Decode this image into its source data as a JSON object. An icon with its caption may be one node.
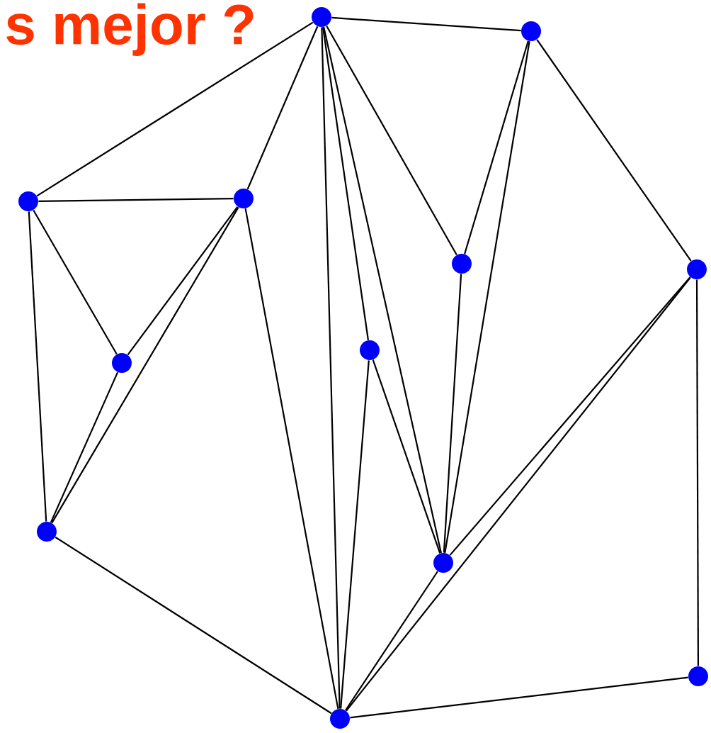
{
  "diagram": {
    "nodes": [
      {
        "text": [],
        "shape": "circle"
      },
      {
        "text": [],
        "shape": "circle"
      },
      {
        "text": [],
        "shape": "circle"
      },
      {
        "text": [],
        "shape": "circle"
      },
      {
        "text": [],
        "shape": "circle"
      },
      {
        "text": [],
        "shape": "circle"
      },
      {
        "text": [],
        "shape": "circle"
      },
      {
        "text": [],
        "shape": "circle"
      },
      {
        "text": [],
        "shape": "circle"
      },
      {
        "text": [],
        "shape": "circle"
      },
      {
        "text": [],
        "shape": "circle"
      },
      {
        "text": [],
        "shape": "circle"
      }
    ],
    "edges": [
      {
        "from": 0,
        "to": 1,
        "arrow": "none"
      },
      {
        "from": 0,
        "to": 2,
        "arrow": "none"
      },
      {
        "from": 0,
        "to": 3,
        "arrow": "none"
      },
      {
        "from": 0,
        "to": 10,
        "arrow": "none"
      },
      {
        "from": 0,
        "to": 7,
        "arrow": "none"
      },
      {
        "from": 0,
        "to": 9,
        "arrow": "none"
      },
      {
        "from": 0,
        "to": 4,
        "arrow": "none"
      },
      {
        "from": 1,
        "to": 4,
        "arrow": "none"
      },
      {
        "from": 1,
        "to": 9,
        "arrow": "none"
      },
      {
        "from": 1,
        "to": 5,
        "arrow": "none"
      },
      {
        "from": 2,
        "to": 3,
        "arrow": "none"
      },
      {
        "from": 2,
        "to": 6,
        "arrow": "none"
      },
      {
        "from": 2,
        "to": 8,
        "arrow": "none"
      },
      {
        "from": 3,
        "to": 6,
        "arrow": "none"
      },
      {
        "from": 3,
        "to": 8,
        "arrow": "none"
      },
      {
        "from": 3,
        "to": 10,
        "arrow": "none"
      },
      {
        "from": 6,
        "to": 8,
        "arrow": "none"
      },
      {
        "from": 7,
        "to": 9,
        "arrow": "none"
      },
      {
        "from": 7,
        "to": 10,
        "arrow": "none"
      },
      {
        "from": 4,
        "to": 9,
        "arrow": "none"
      },
      {
        "from": 9,
        "to": 5,
        "arrow": "none"
      },
      {
        "from": 10,
        "to": 5,
        "arrow": "none"
      },
      {
        "from": 9,
        "to": 10,
        "arrow": "none"
      },
      {
        "from": 5,
        "to": 11,
        "arrow": "none"
      },
      {
        "from": 10,
        "to": 11,
        "arrow": "none"
      },
      {
        "from": 8,
        "to": 10,
        "arrow": "none"
      }
    ],
    "labels": [
      "s mejor ?"
    ]
  }
}
